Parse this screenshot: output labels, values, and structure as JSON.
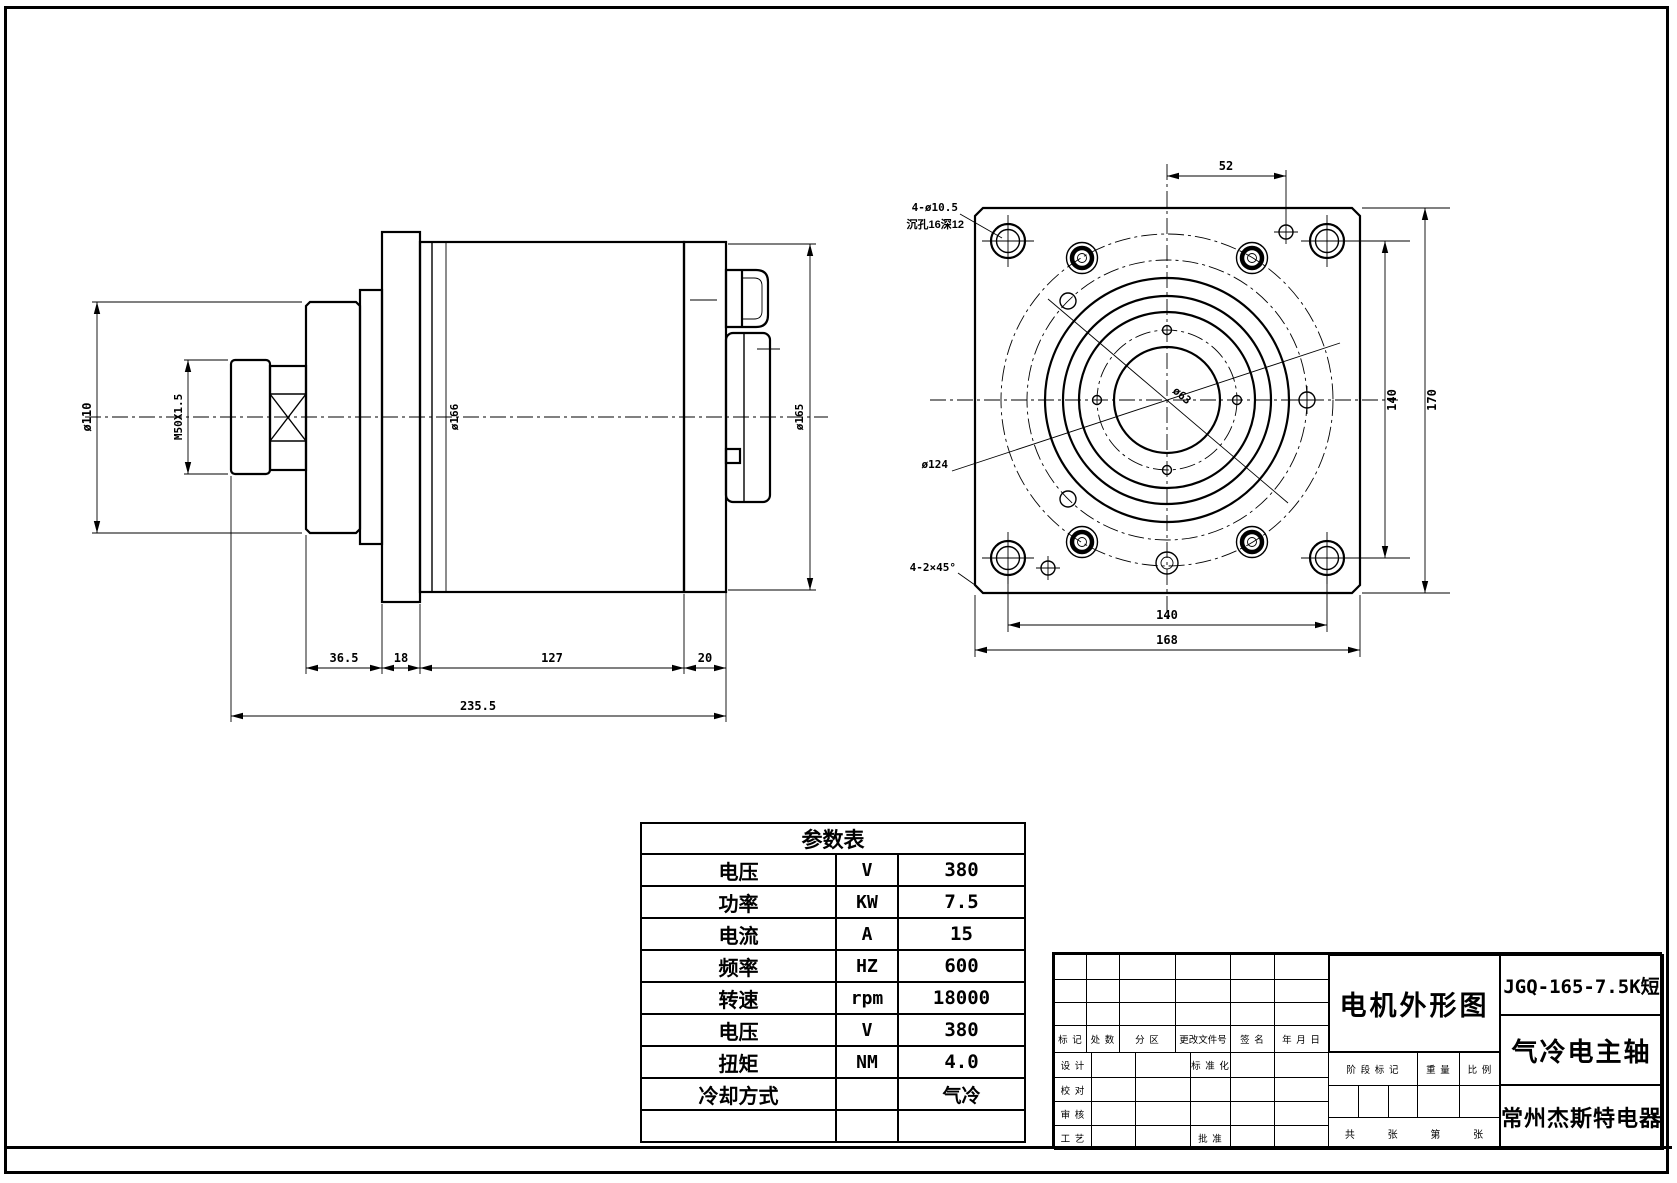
{
  "side_view": {
    "dim_36_5": "36.5",
    "dim_18": "18",
    "dim_127": "127",
    "dim_20": "20",
    "dim_total": "235.5",
    "dia_shaft": "ø110",
    "thread": "M50X1.5",
    "dia_body": "ø166",
    "dia_rear": "ø165"
  },
  "front_view": {
    "dim_top": "52",
    "hole_note_line1": "4-ø10.5",
    "hole_note_line2": "沉孔16深12",
    "bolt_circle": "ø124",
    "center_circle": "ø63",
    "chamfer_note": "4-2×45°",
    "dim_right_holes": "140",
    "dim_right_overall": "170",
    "dim_bottom_holes": "140",
    "dim_bottom_overall": "168"
  },
  "param_table": {
    "title": "参数表",
    "rows": [
      {
        "name": "电压",
        "unit": "V",
        "value": "380"
      },
      {
        "name": "功率",
        "unit": "KW",
        "value": "7.5"
      },
      {
        "name": "电流",
        "unit": "A",
        "value": "15"
      },
      {
        "name": "频率",
        "unit": "HZ",
        "value": "600"
      },
      {
        "name": "转速",
        "unit": "rpm",
        "value": "18000"
      },
      {
        "name": "电压",
        "unit": "V",
        "value": "380"
      },
      {
        "name": "扭矩",
        "unit": "NM",
        "value": "4.0"
      },
      {
        "name": "冷却方式",
        "unit": "",
        "value": "气冷"
      },
      {
        "name": "",
        "unit": "",
        "value": ""
      }
    ]
  },
  "title_block": {
    "title": "电机外形图",
    "model": "JGQ-165-7.5K短",
    "product": "气冷电主轴",
    "company": "常州杰斯特电器",
    "col_mark": "标 记",
    "col_count": "处 数",
    "col_zone": "分  区",
    "col_doc": "更改文件号",
    "col_sign": "签 名",
    "col_date": "年 月 日",
    "row_design": "设 计",
    "row_check": "校 对",
    "row_review": "审 核",
    "row_process": "工 艺",
    "std": "标 准 化",
    "approve": "批 准",
    "stage": "阶 段 标 记",
    "weight": "重 量",
    "scale": "比 例",
    "sheets_total": "共",
    "sheets_zhang1": "张",
    "sheets_no": "第",
    "sheets_zhang2": "张"
  }
}
